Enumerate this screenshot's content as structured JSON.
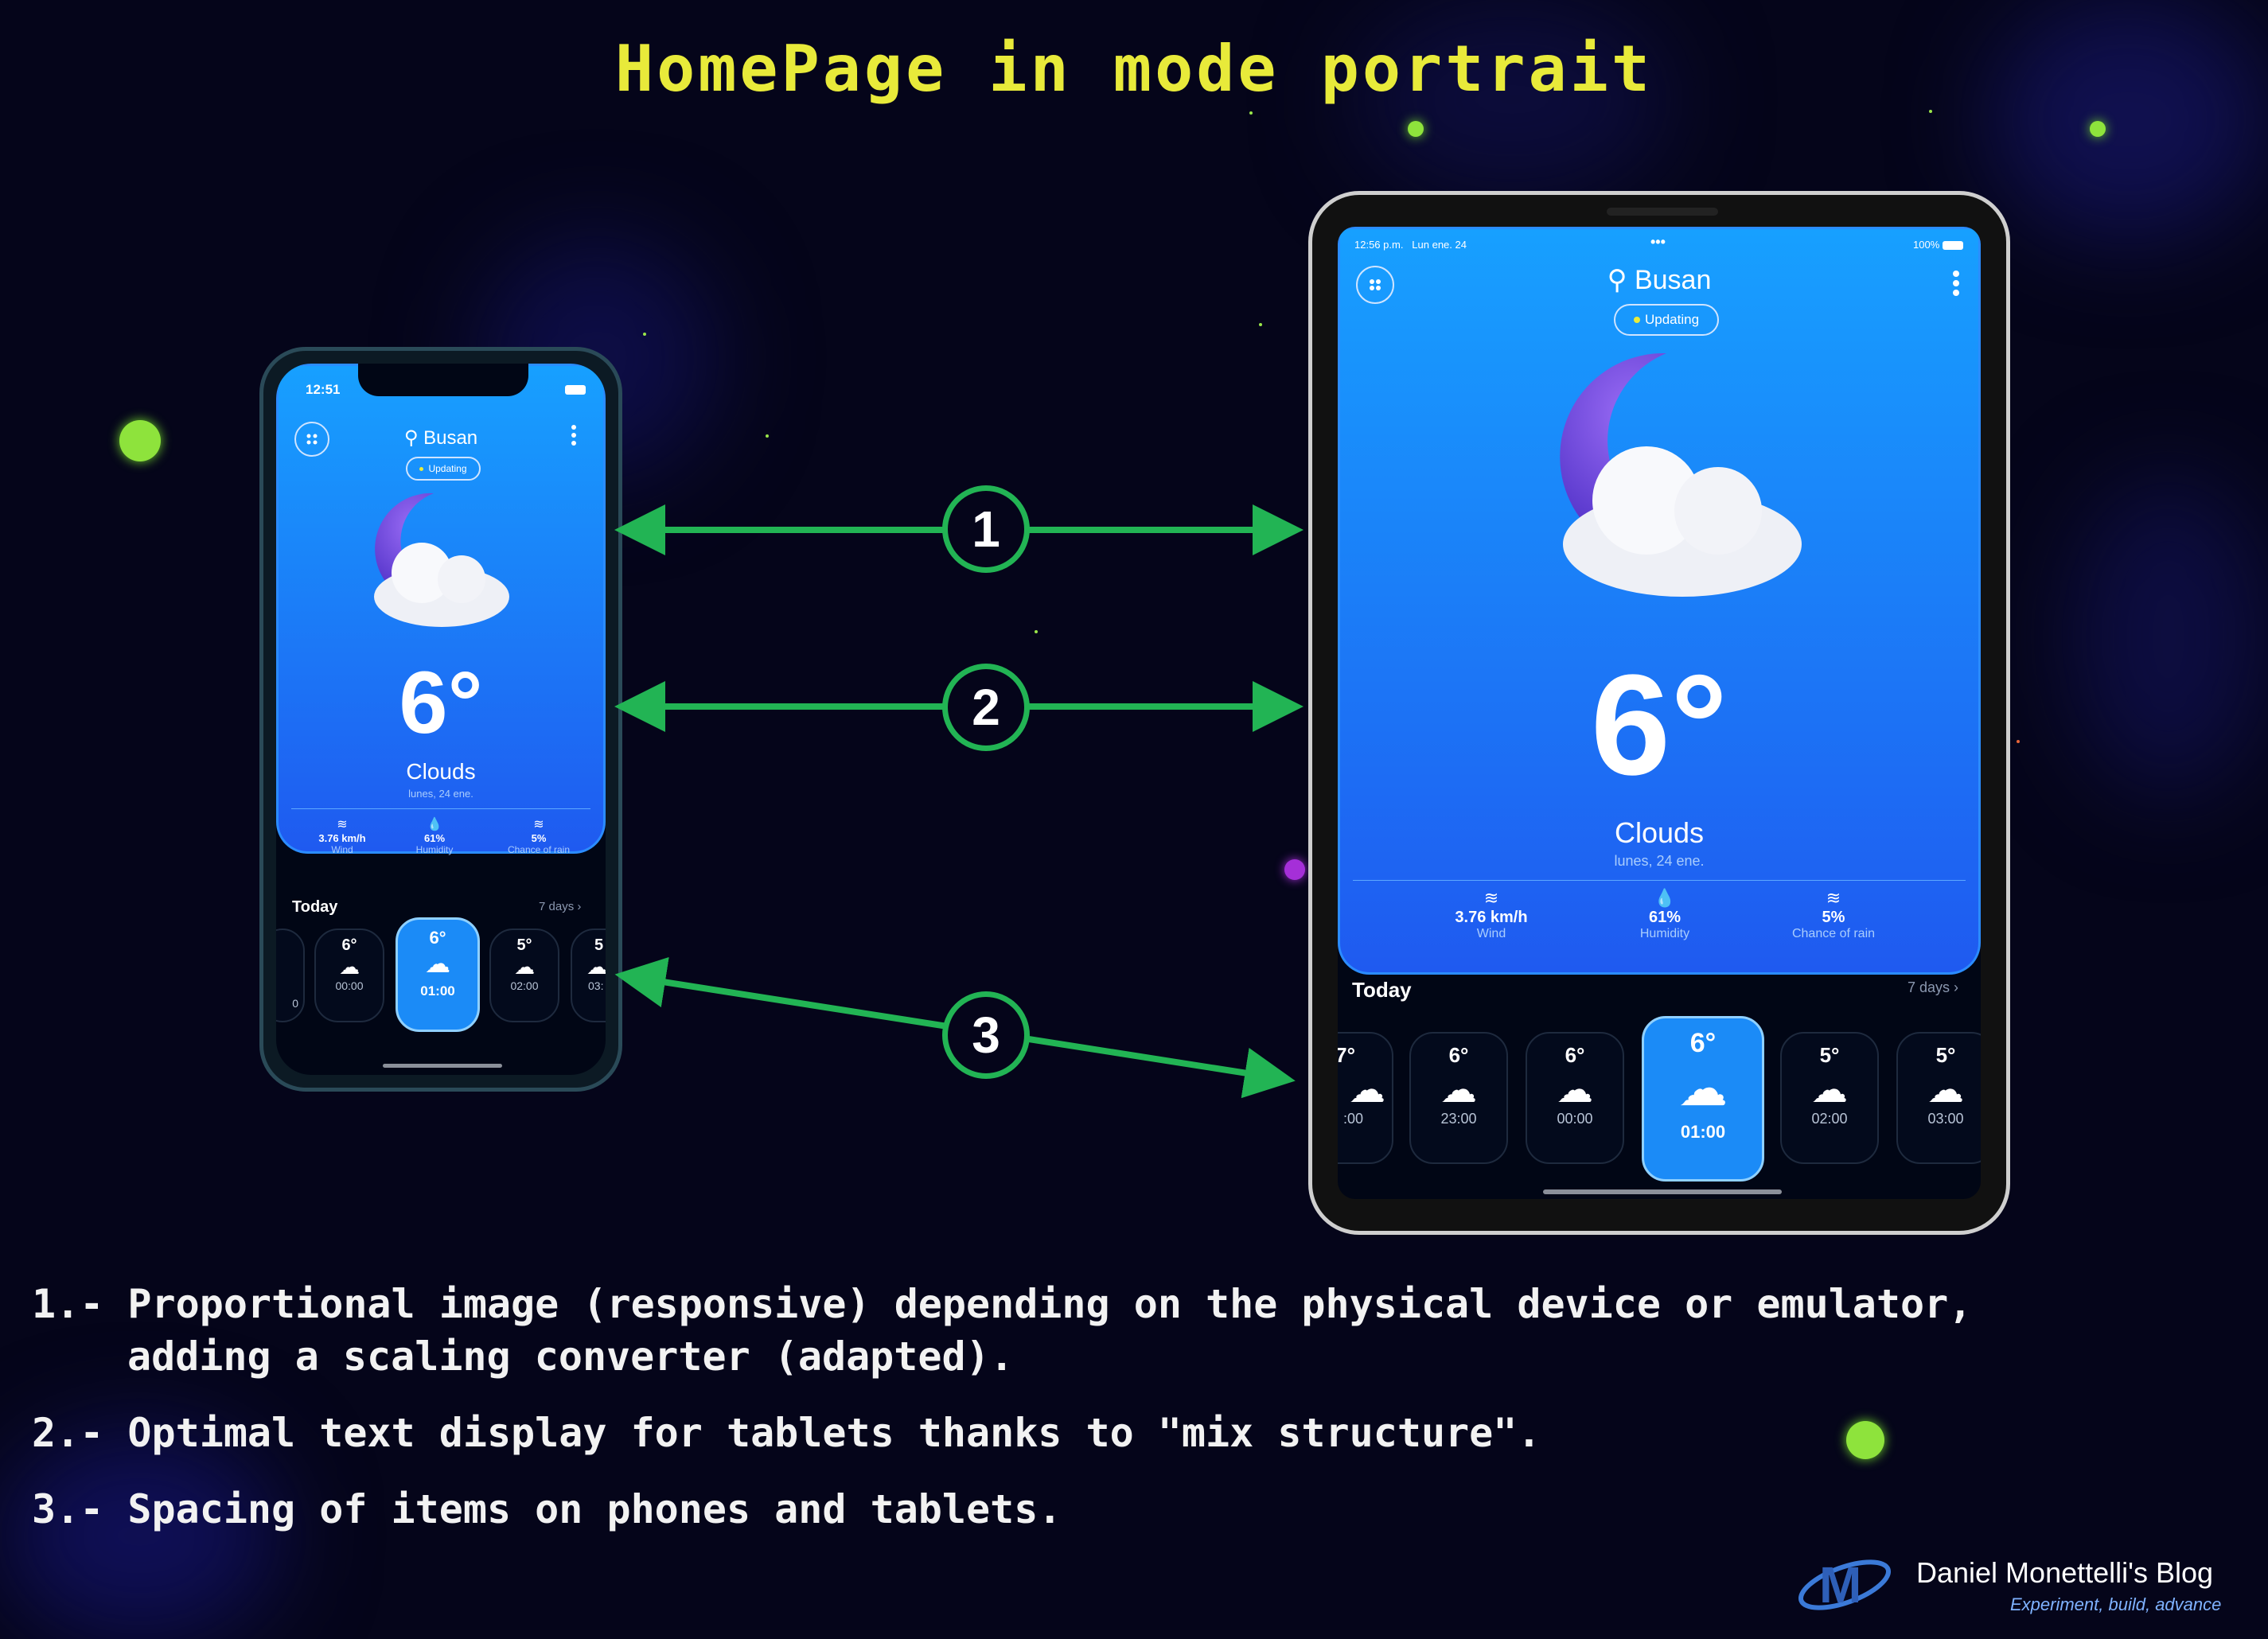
{
  "title": "HomePage in mode portrait",
  "phone": {
    "status_time": "12:51",
    "city": "Busan",
    "status_pill": "Updating",
    "temperature": "6°",
    "condition": "Clouds",
    "date": "lunes, 24 ene.",
    "stats": [
      {
        "value": "3.76 km/h",
        "label": "Wind",
        "icon": "wind-icon"
      },
      {
        "value": "61%",
        "label": "Humidity",
        "icon": "droplet-icon"
      },
      {
        "value": "5%",
        "label": "Chance of rain",
        "icon": "rain-wind-icon"
      }
    ],
    "today_label": "Today",
    "seven_days_label": "7 days",
    "hours": [
      {
        "temp": "",
        "time": "0"
      },
      {
        "temp": "6°",
        "time": "00:00"
      },
      {
        "temp": "6°",
        "time": "01:00"
      },
      {
        "temp": "5°",
        "time": "02:00"
      },
      {
        "temp": "5",
        "time": "03:"
      }
    ]
  },
  "tablet": {
    "status_time": "12:56 p.m.",
    "status_date": "Lun ene. 24",
    "battery": "100%",
    "city": "Busan",
    "status_pill": "Updating",
    "temperature": "6°",
    "condition": "Clouds",
    "date": "lunes, 24 ene.",
    "stats": [
      {
        "value": "3.76 km/h",
        "label": "Wind",
        "icon": "wind-icon"
      },
      {
        "value": "61%",
        "label": "Humidity",
        "icon": "droplet-icon"
      },
      {
        "value": "5%",
        "label": "Chance of rain",
        "icon": "rain-wind-icon"
      }
    ],
    "today_label": "Today",
    "seven_days_label": "7 days",
    "hours": [
      {
        "temp": "7°",
        "time": ":00"
      },
      {
        "temp": "6°",
        "time": "23:00"
      },
      {
        "temp": "6°",
        "time": "00:00"
      },
      {
        "temp": "6°",
        "time": "01:00"
      },
      {
        "temp": "5°",
        "time": "02:00"
      },
      {
        "temp": "5°",
        "time": "03:00"
      }
    ]
  },
  "callouts": [
    "1",
    "2",
    "3"
  ],
  "notes": [
    "1.- Proportional image (responsive) depending on the physical device or emulator,",
    "adding a scaling converter (adapted).",
    "2.- Optimal text display for tablets thanks to \"mix structure\".",
    "3.- Spacing of items on phones and tablets."
  ],
  "brand": {
    "logo_letter": "M",
    "name": "Daniel Monettelli's Blog",
    "tagline": "Experiment, build, advance"
  },
  "colors": {
    "background": "#05051a",
    "title": "#e8ea3a",
    "arrow": "#22b454",
    "card_top": "#17a0ff",
    "card_bottom": "#1f5af0"
  }
}
